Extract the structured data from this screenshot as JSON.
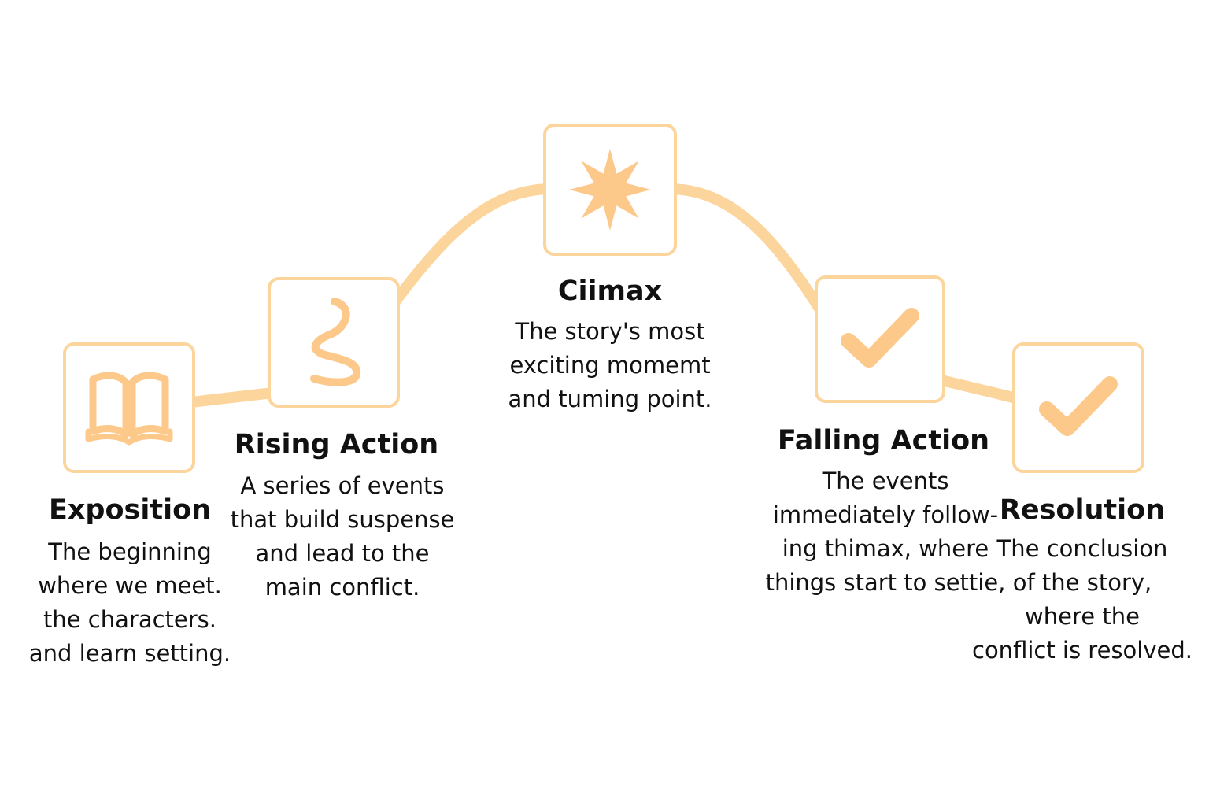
{
  "colors": {
    "accent": "#fcd59c",
    "icon": "#fcc98a",
    "text": "#111111",
    "background": "#ffffff"
  },
  "stages": [
    {
      "id": "exposition",
      "icon": "open-book-icon",
      "title": "Exposition",
      "description": [
        "The beginning",
        "where we meet.",
        "the characters.",
        "and learn setting."
      ]
    },
    {
      "id": "rising-action",
      "icon": "squiggle-icon",
      "title": "Rising Action",
      "description": [
        "A series of events",
        "that build suspense",
        "and lead to the",
        "main conflict."
      ]
    },
    {
      "id": "climax",
      "icon": "star-burst-icon",
      "title": "Ciimax",
      "description": [
        "The story's most",
        "exciting momemt",
        "and tuming point."
      ]
    },
    {
      "id": "falling-action",
      "icon": "checkmark-icon",
      "title": "Falling Action",
      "description": [
        "The events",
        "immediately follow-",
        "ing thimax, where",
        "things start to settie,"
      ]
    },
    {
      "id": "resolution",
      "icon": "checkmark-icon",
      "title": "Resolution",
      "description": [
        "The conclusion",
        "of the story,",
        "where the",
        "conflict is resolved."
      ]
    }
  ]
}
